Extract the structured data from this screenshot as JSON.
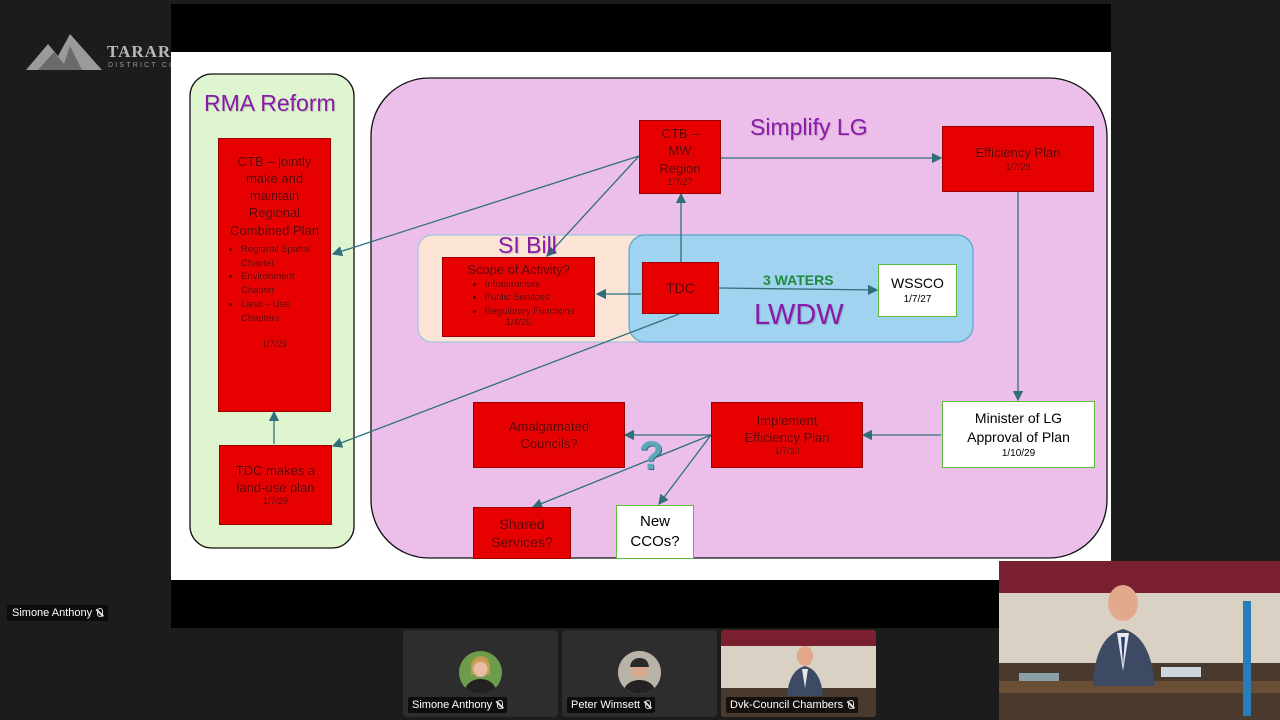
{
  "logo": {
    "name": "TARARUA",
    "subtitle": "DISTRICT COUNCIL"
  },
  "slide": {
    "rma_title": "RMA Reform",
    "simplify_title": "Simplify LG",
    "si_bill_title": "SI Bill",
    "lwdw_title": "LWDW",
    "three_waters_label": "3 WATERS",
    "question_mark": "?",
    "boxes": {
      "ctb_plan": {
        "text": "CTB – jointly make and maintain Regional Combined Plan",
        "bullets": [
          "Regional Spatial Chapter",
          "Environment Chapter",
          "Land – Use Chapters"
        ],
        "date": "1/7/29"
      },
      "tdc_land_use": {
        "text": "TDC makes a land-use plan",
        "date": "1/7/29"
      },
      "ctb_mw": {
        "text": "CTB – MW Region",
        "date": "1/7/27"
      },
      "efficiency": {
        "text": "Efficiency Plan",
        "date": "1/7/29"
      },
      "scope": {
        "text": "Scope of Activity?",
        "bullets": [
          "Infrastructure",
          "Public Services",
          "Regulatory Functions"
        ],
        "date": "1/4/26"
      },
      "tdc": {
        "text": "TDC"
      },
      "wssco": {
        "text": "WSSCO",
        "date": "1/7/27"
      },
      "minister": {
        "text": "Minister of LG Approval of Plan",
        "date": "1/10/29"
      },
      "implement": {
        "text": "Implement Efficiency Plan",
        "date": "1/7/30"
      },
      "amalgamated": {
        "text": "Amalgamated Councils?"
      },
      "shared": {
        "text": "Shared Services?"
      },
      "new_ccos": {
        "text": "New CCOs?"
      }
    }
  },
  "participants": {
    "side_name": "Simone Anthony",
    "tiles": [
      {
        "name": "Simone Anthony"
      },
      {
        "name": "Peter Wimsett"
      },
      {
        "name": "Dvk-Council Chambers"
      }
    ]
  },
  "colors": {
    "red_box": "#e60000",
    "pink_region": "#ecbfeb",
    "green_region": "#dff5d0",
    "blue_region": "#9fd3ef",
    "peach_region": "#fbe3d6",
    "arrow": "#2f6f7c"
  }
}
